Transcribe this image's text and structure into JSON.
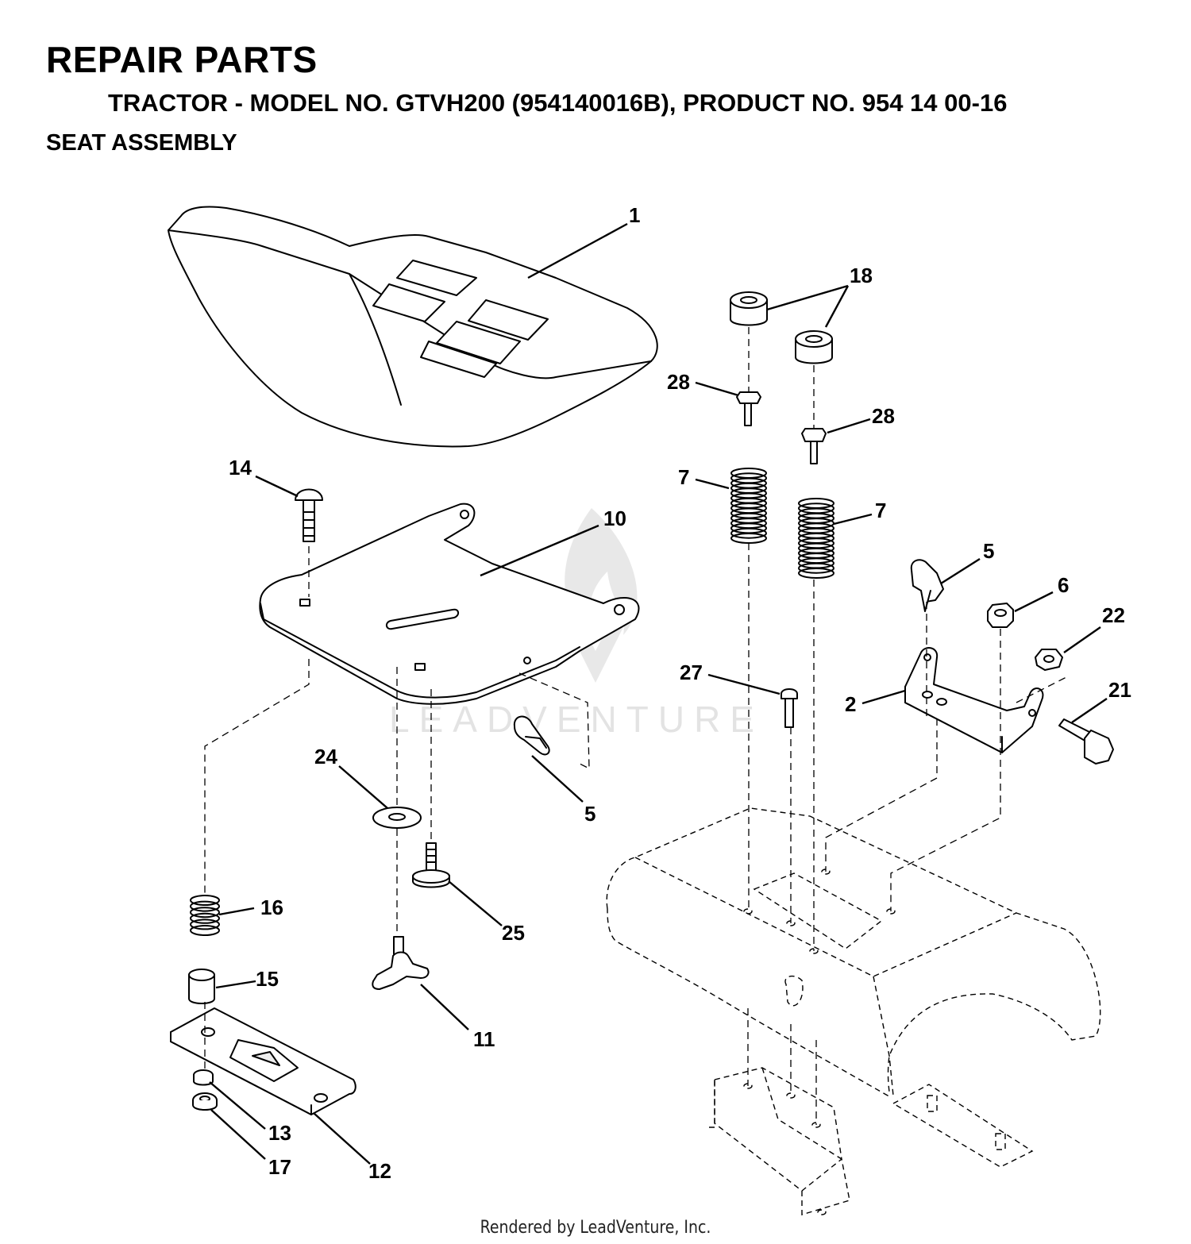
{
  "header": {
    "title": "REPAIR PARTS",
    "subtitle": "TRACTOR - MODEL NO. GTVH200 (954140016B), PRODUCT NO. 954 14 00-16",
    "section": "SEAT ASSEMBLY"
  },
  "callouts": {
    "c1": "1",
    "c2": "2",
    "c5a": "5",
    "c5b": "5",
    "c6": "6",
    "c7a": "7",
    "c7b": "7",
    "c10": "10",
    "c11": "11",
    "c12": "12",
    "c13": "13",
    "c14": "14",
    "c15": "15",
    "c16": "16",
    "c17": "17",
    "c18": "18",
    "c21": "21",
    "c22": "22",
    "c24": "24",
    "c25": "25",
    "c27": "27",
    "c28a": "28",
    "c28b": "28"
  },
  "watermark": "LEADVENTURE",
  "footer": "Rendered by LeadVenture, Inc."
}
